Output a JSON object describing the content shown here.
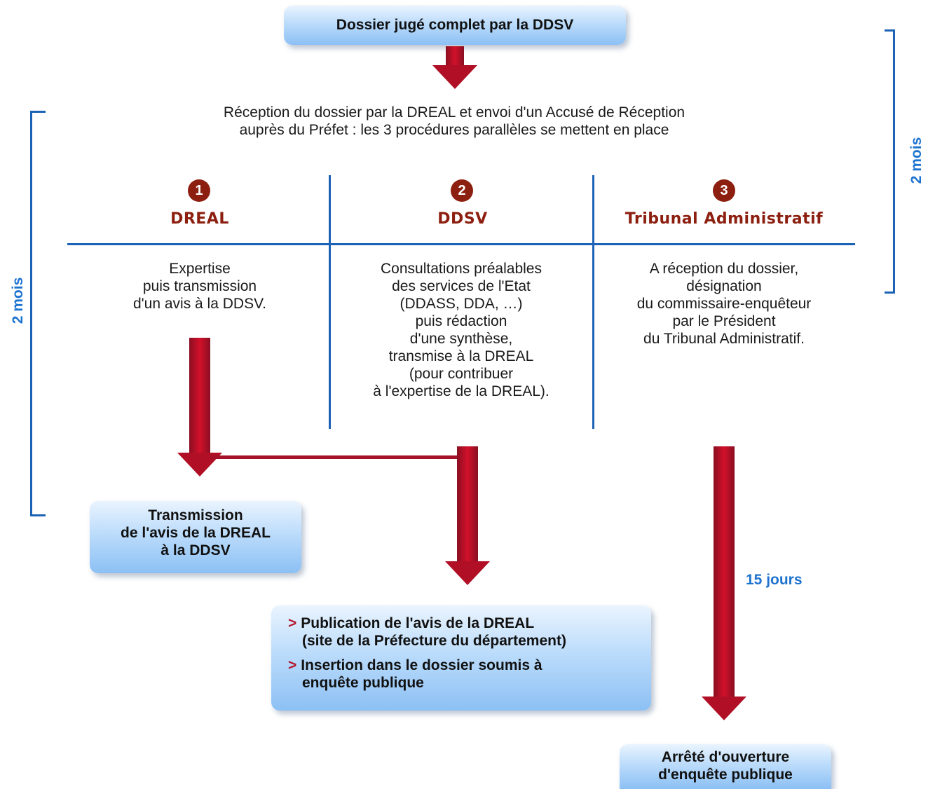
{
  "top_box": "Dossier jugé complet par la DDSV",
  "intro": {
    "line1": "Réception du dossier par la DREAL et envoi d'un Accusé de Réception",
    "line2": "auprès du Préfet : les 3 procédures parallèles se mettent en place"
  },
  "columns": [
    {
      "number": "1",
      "title": "DREAL",
      "lines": [
        "Expertise",
        "puis transmission",
        "d'un avis à la DDSV."
      ]
    },
    {
      "number": "2",
      "title": "DDSV",
      "lines": [
        "Consultations préalables",
        "des services de l'Etat",
        "(DDASS, DDA, …)",
        "puis rédaction",
        "d'une synthèse,",
        "transmise à la DREAL",
        "(pour contribuer",
        "à l'expertise de la DREAL)."
      ]
    },
    {
      "number": "3",
      "title": "Tribunal Administratif",
      "lines": [
        "A réception du dossier,",
        "désignation",
        "du commissaire-enquêteur",
        "par le Président",
        "du Tribunal Administratif."
      ]
    }
  ],
  "side_labels": {
    "left": "2 mois",
    "right": "2 mois"
  },
  "duration_label": "15 jours",
  "transmission_box": [
    "Transmission",
    "de l'avis de la DREAL",
    "à la DDSV"
  ],
  "publication_box": {
    "marker": ">",
    "items": [
      [
        "Publication de l'avis de la DREAL",
        "(site de la Préfecture du département)"
      ],
      [
        "Insertion dans le dossier soumis à",
        "enquête publique"
      ]
    ]
  },
  "final_box": [
    "Arrêté d'ouverture",
    "d'enquête publique"
  ],
  "colors": {
    "arrow": "#b00f25",
    "heading": "#8c1f0f",
    "rule": "#1d63b5",
    "side_label": "#1d73d0",
    "box_gradient": [
      "#eaf4fe",
      "#8cc0f4"
    ]
  }
}
